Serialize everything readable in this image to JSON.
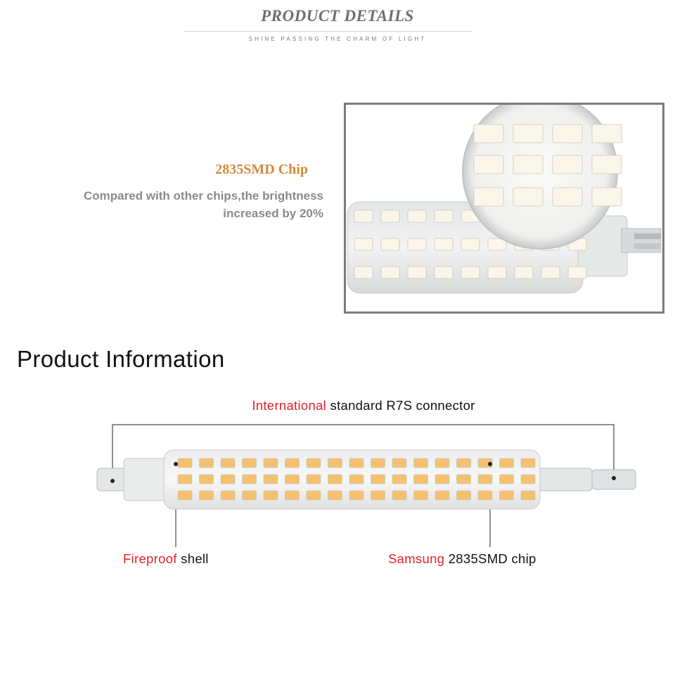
{
  "header": {
    "title": "PRODUCT DETAILS",
    "subtitle": "SHINE PASSING THE CHARM OF LIGHT"
  },
  "chip_feature": {
    "title": "2835SMD Chip",
    "description_line1": "Compared with other chips,the brightness",
    "description_line2": "increased by 20%"
  },
  "product_info": {
    "title": "Product Information",
    "connector_callout": {
      "highlight": "International",
      "rest": " standard R7S connector"
    },
    "shell_callout": {
      "highlight": "Fireproof",
      "rest": " shell"
    },
    "chip_callout": {
      "highlight": "Samsung",
      "rest": " 2835SMD chip"
    }
  },
  "colors": {
    "accent_orange": "#d48a3c",
    "highlight_red": "#e8202a",
    "led_warm": "#f5c070",
    "led_cool": "#fbf6ea",
    "frame_gray": "#7c7c7c"
  }
}
